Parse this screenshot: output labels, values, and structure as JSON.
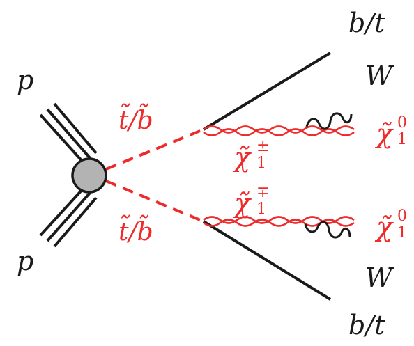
{
  "labels": {
    "proton_top": "p",
    "proton_bottom": "p",
    "squark_top": "t̃/b̃",
    "squark_bottom": "t̃/b̃",
    "quark_top": "b/t",
    "quark_bottom": "b/t",
    "w_top": "W",
    "w_bottom": "W",
    "chargino_top": {
      "symbol": "χ̃",
      "sup": "±",
      "sub": "1"
    },
    "chargino_bottom": {
      "symbol": "χ̃",
      "sup": "∓",
      "sub": "1"
    },
    "neutralino_top": {
      "symbol": "χ̃",
      "sup": "0",
      "sub": "1"
    },
    "neutralino_bottom": {
      "symbol": "χ̃",
      "sup": "0",
      "sub": "1"
    }
  },
  "colors": {
    "black": "#1a1a1a",
    "red": "#ee2a2a",
    "blob_fill": "#b3b3b3"
  }
}
